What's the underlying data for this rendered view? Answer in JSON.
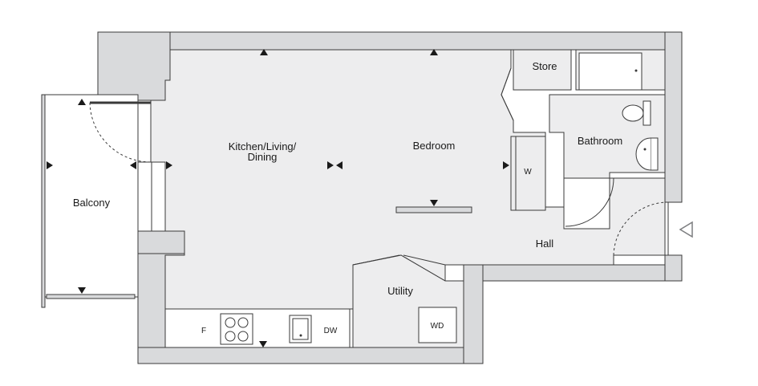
{
  "colors": {
    "wall": "#d9dadc",
    "wall_line": "#3a3a3a",
    "floor": "#ededee",
    "marker": "#1a1a1a",
    "entrance_arrow": "#7d7e80"
  },
  "rooms": {
    "kitchen_line1": "Kitchen/Living/",
    "kitchen_line2": "Dining",
    "bedroom": "Bedroom",
    "store": "Store",
    "bathroom": "Bathroom",
    "wardrobe": "W",
    "balcony": "Balcony",
    "hall": "Hall",
    "utility": "Utility"
  },
  "fixtures": {
    "fridge": "F",
    "dishwasher": "DW",
    "washer_dryer": "WD"
  },
  "icons": [
    "marker-triangle-icon",
    "entrance-arrow-icon",
    "hob-icon",
    "sink-icon",
    "toilet-icon",
    "basin-icon",
    "bath-icon"
  ]
}
